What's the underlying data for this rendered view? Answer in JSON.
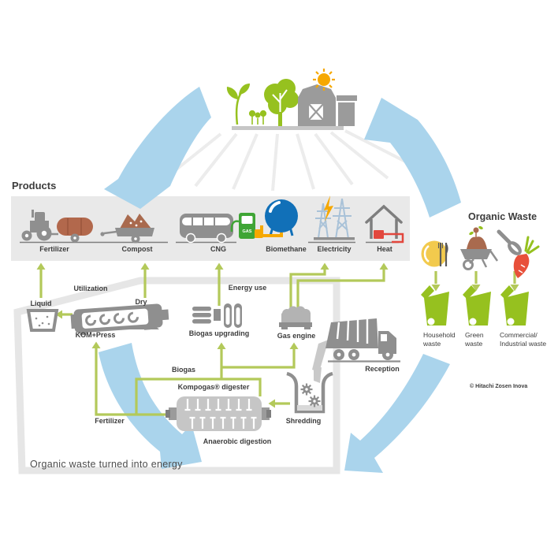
{
  "titles": {
    "products": "Products",
    "caption": "Organic waste turned into energy",
    "copyright": "© Hitachi Zosen Inova"
  },
  "organic_waste": {
    "heading": "Organic Waste",
    "bins": [
      "Household waste",
      "Green waste",
      "Commercial/ Industrial waste"
    ]
  },
  "products_bar": {
    "items": [
      "Fertilizer",
      "Compost",
      "CNG",
      "Biomethane",
      "Electricity",
      "Heat"
    ],
    "gas_pump_text": "GAS"
  },
  "flows": {
    "utilization": "Utilization",
    "energy_use": "Energy use",
    "biogas": "Biogas",
    "fertilizer": "Fertilizer"
  },
  "process": {
    "liquid": "Liquid",
    "dry": "Dry",
    "kom_press": "KOM+Press",
    "biogas_upgrading": "Biogas upgrading",
    "gas_engine": "Gas engine",
    "reception": "Reception",
    "shredding": "Shredding",
    "digester": "Kompogas® digester",
    "anaerobic_digestion": "Anaerobic digestion"
  },
  "colors": {
    "cycle_blue": "#aad4ec",
    "line_green": "#b3c95a",
    "bin_green": "#96c11f",
    "icon_gray": "#8f8f8f",
    "terracotta": "#b2684c",
    "methane_blue": "#1170b8",
    "accent_yellow": "#f6a800",
    "heat_red": "#e2473d",
    "pump_green": "#3fa535",
    "text_dark": "#3c3c3c"
  }
}
